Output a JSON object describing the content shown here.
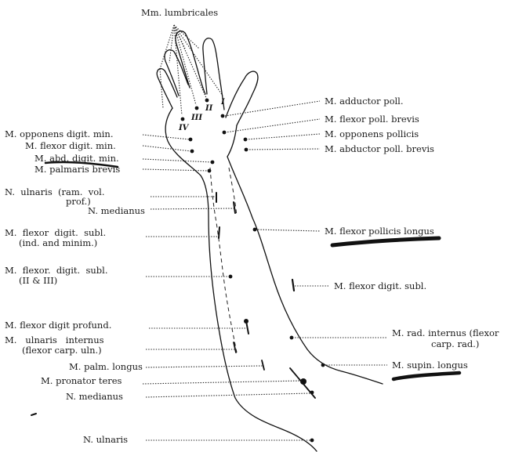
{
  "figure": {
    "labels": {
      "lumbricales": "Mm. lumbricales",
      "adductor_poll": "M. adductor poll.",
      "flexor_poll_brevis": "M. flexor poll. brevis",
      "opponens_pollicis": "M. opponens pollicis",
      "abductor_poll_brevis": "M. abductor poll. brevis",
      "opponens_digit_min": "M. opponens digit. min.",
      "flexor_digit_min": "M. flexor digit. min.",
      "abd_digit_min": "M. abd. digit. min.",
      "palmaris_brevis": "M. palmaris brevis",
      "ulnaris_ram_1": "N.  ulnaris  (ram.  vol.",
      "ulnaris_ram_2": "prof.)",
      "medianus_upper": "N. medianus",
      "flexor_digit_subl_1a": "M.  flexor  digit.  subl.",
      "flexor_digit_subl_1b": "(ind. and minim.)",
      "flexor_pollicis_longus": "M. flexor pollicis longus",
      "flexor_digit_subl_2a": "M.  flexor.  digit.  subl.",
      "flexor_digit_subl_2b": "(II & III)",
      "flexor_digit_subl_right": "M. flexor digit. subl.",
      "flexor_digit_profund": "M. flexor digit profund.",
      "ulnaris_internus_1": "M.   ulnaris   internus",
      "ulnaris_internus_2": "(flexor carp. uln.)",
      "rad_internus_1": "M. rad. internus (flexor",
      "rad_internus_2": "carp. rad.)",
      "palm_longus": "M. palm. longus",
      "supin_longus": "M. supin. longus",
      "pronator_teres": "M. pronator teres",
      "medianus_lower": "N. medianus",
      "ulnaris_lower": "N. ulnaris"
    },
    "finger_numerals": [
      "I",
      "II",
      "III",
      "IV"
    ]
  }
}
